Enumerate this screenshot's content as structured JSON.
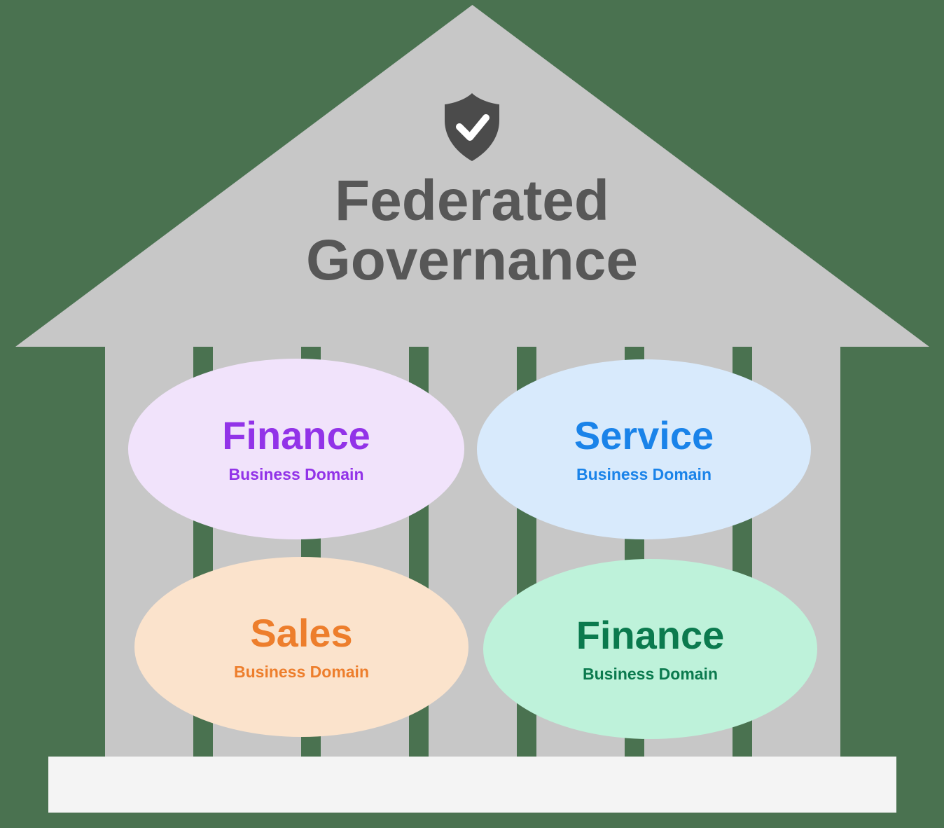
{
  "diagram": {
    "title_line1": "Federated",
    "title_line2": "Governance",
    "pillar_count": 7
  },
  "icons": {
    "shield_check": "shield-with-checkmark"
  },
  "domains": [
    {
      "label": "Finance",
      "sublabel": "Business Domain",
      "fill": "#f1e3fb",
      "text_color": "#9233e8"
    },
    {
      "label": "Service",
      "sublabel": "Business Domain",
      "fill": "#d8eafc",
      "text_color": "#1a83e9"
    },
    {
      "label": "Sales",
      "sublabel": "Business Domain",
      "fill": "#fbe3cc",
      "text_color": "#ed7e2c"
    },
    {
      "label": "Finance",
      "sublabel": "Business Domain",
      "fill": "#bef2da",
      "text_color": "#0b7a4e"
    }
  ],
  "colors": {
    "background": "#4a7250",
    "structure": "#c7c7c7",
    "base": "#f4f4f4",
    "shield": "#4b4b4b",
    "shield_check": "#ffffff",
    "title_text": "#575757",
    "d1_fill": "#f1e3fb",
    "d1_text": "#9233e8",
    "d2_fill": "#d8eafc",
    "d2_text": "#1a83e9",
    "d3_fill": "#fbe3cc",
    "d3_text": "#ed7e2c",
    "d4_fill": "#bef2da",
    "d4_text": "#0b7a4e"
  }
}
